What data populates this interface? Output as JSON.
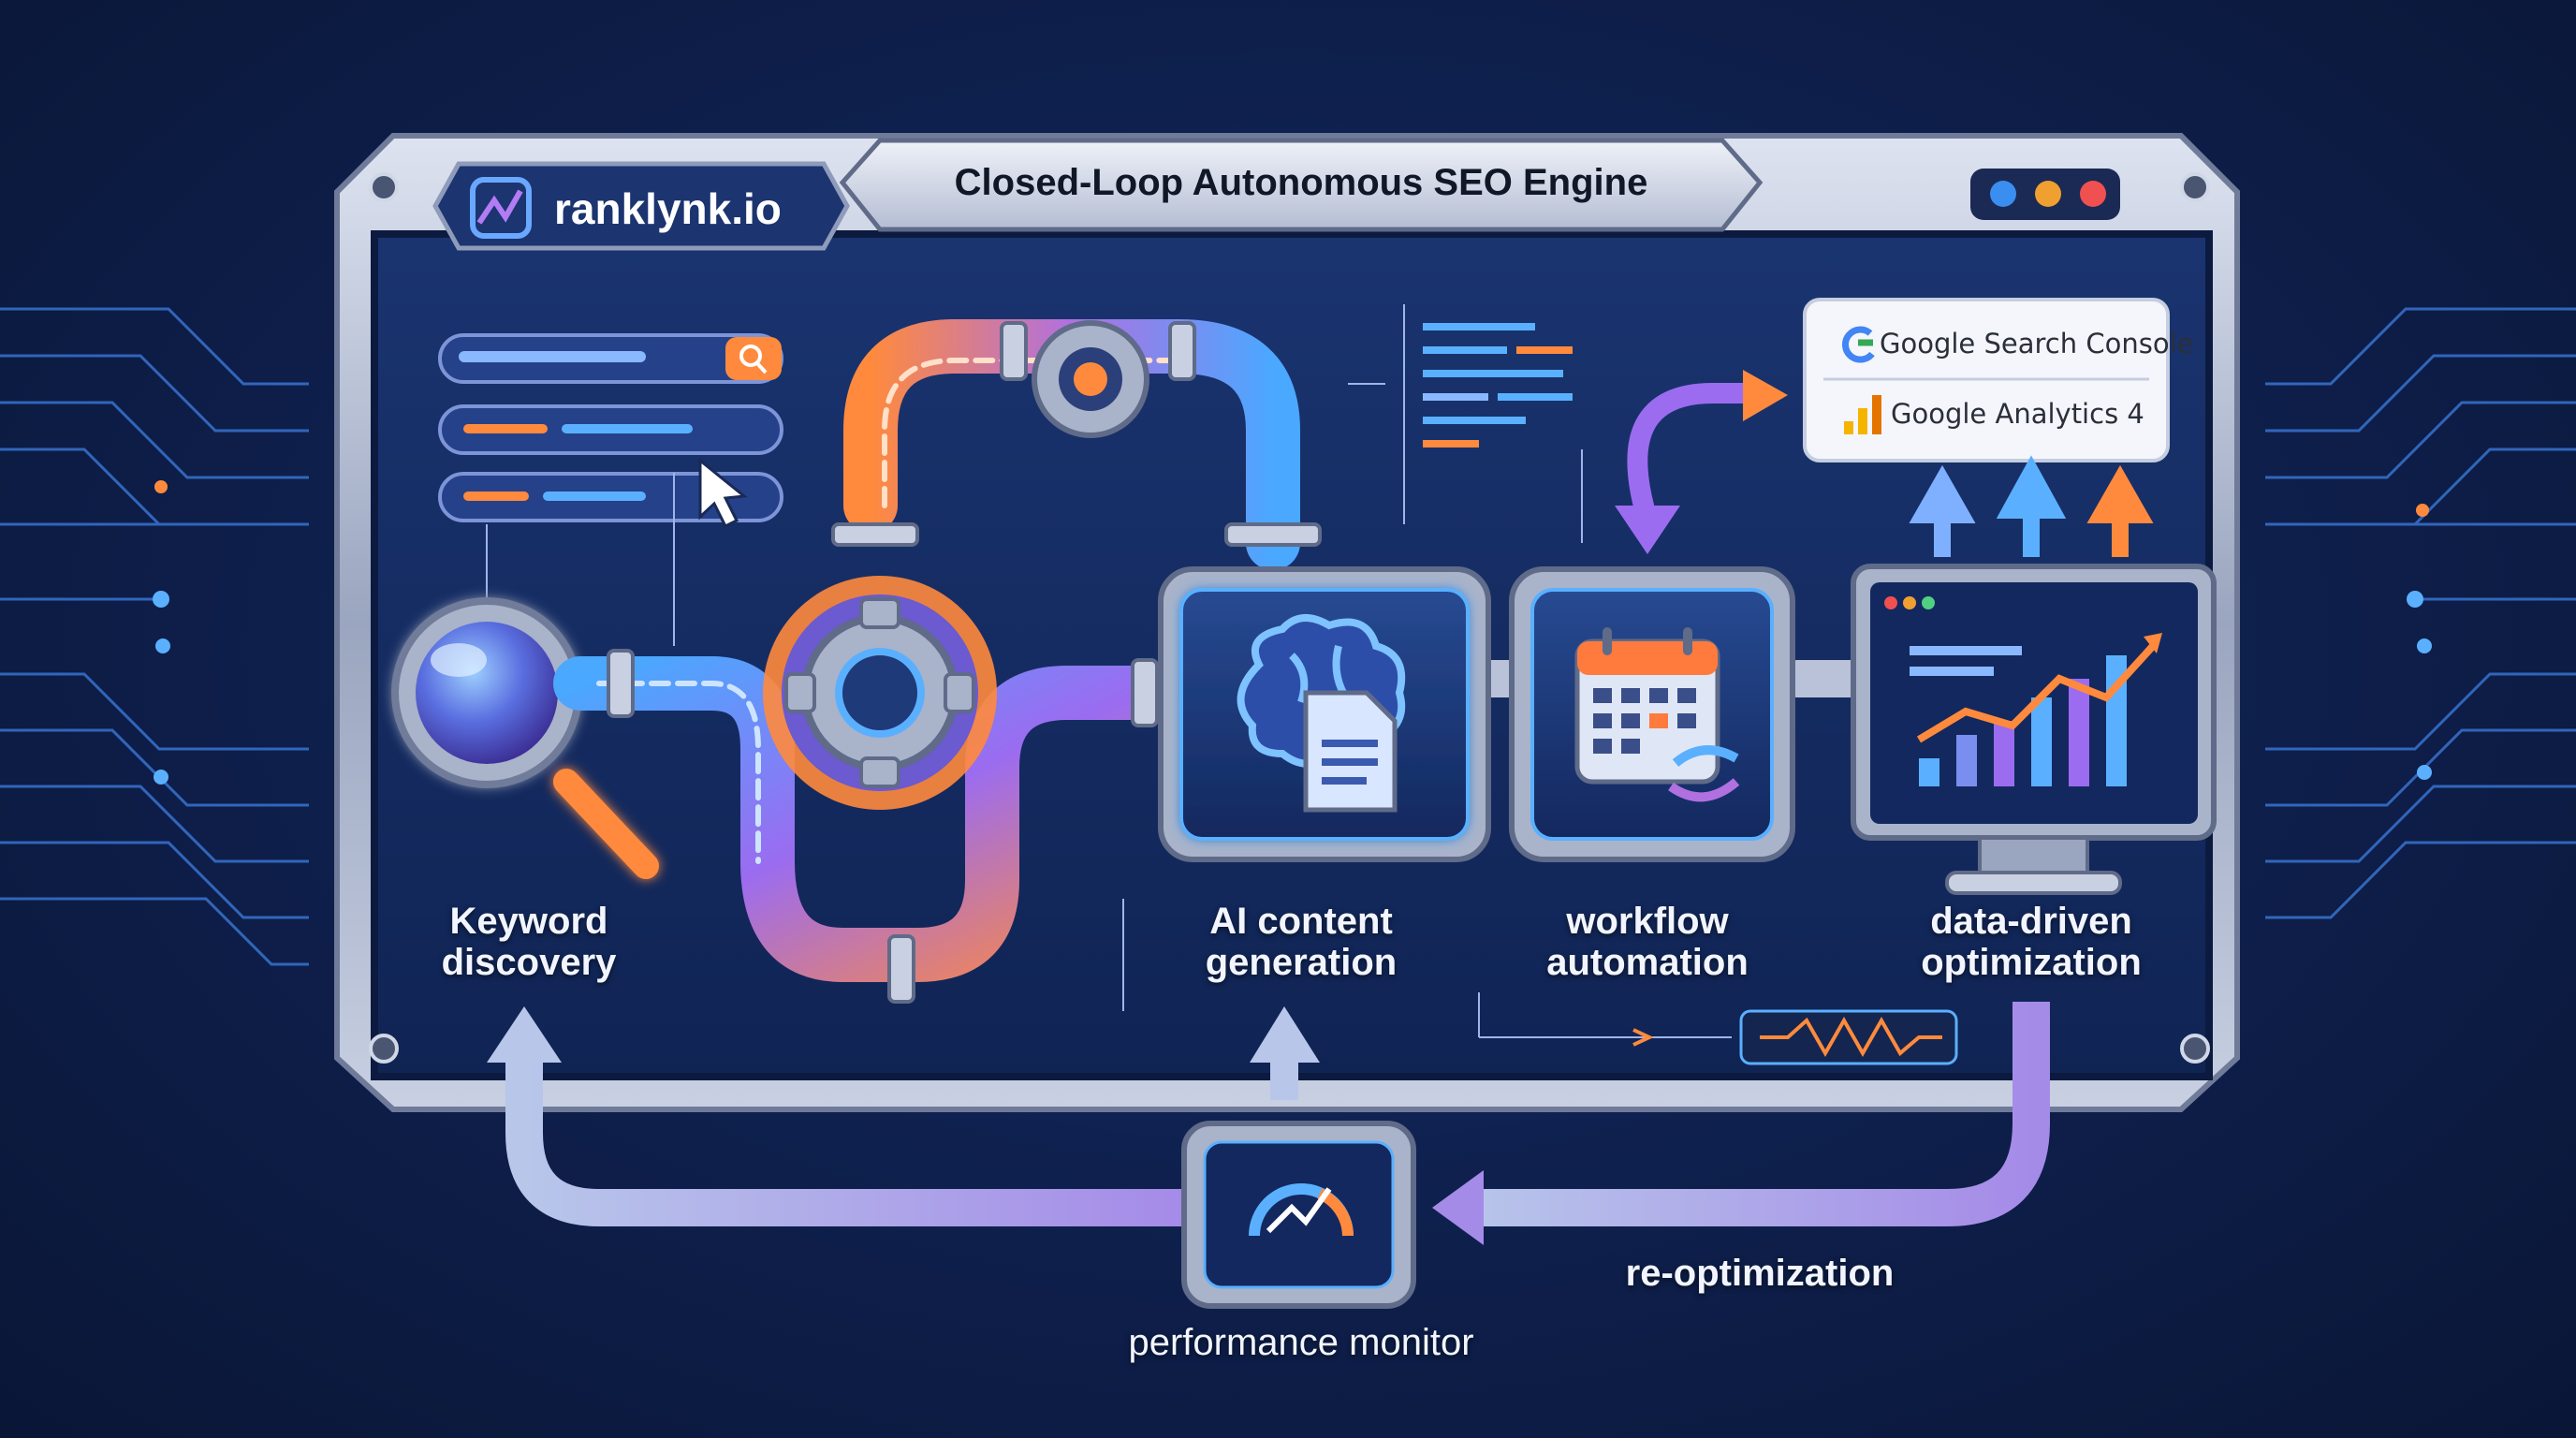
{
  "window": {
    "title": "Closed-Loop Autonomous SEO Engine",
    "brand": "ranklynk.io",
    "controls": [
      {
        "name": "blue-dot",
        "color": "#3a8ef0"
      },
      {
        "name": "orange-dot",
        "color": "#f0a030"
      },
      {
        "name": "red-dot",
        "color": "#f05050"
      }
    ]
  },
  "services": {
    "search_console": "Google Search Console",
    "analytics": "Google Analytics 4"
  },
  "stages": {
    "keyword_discovery": "Keyword\ndiscovery",
    "ai_content_generation": "AI content\ngeneration",
    "workflow_automation": "workflow\nautomation",
    "data_driven_optimization": "data-driven\noptimization"
  },
  "loop": {
    "performance_monitor": "performance monitor",
    "re_optimization": "re-optimization"
  },
  "icons": [
    "ranklynk-logo-icon",
    "search-icon",
    "cursor-icon",
    "magnifier-icon",
    "gear-icon",
    "brain-icon",
    "document-icon",
    "calendar-icon",
    "sync-icon",
    "line-chart-icon",
    "gauge-icon",
    "google-logo-icon",
    "analytics-bars-icon",
    "waveform-icon"
  ],
  "colors": {
    "accent_blue": "#4aa8ff",
    "accent_orange": "#ff8a3d",
    "accent_purple": "#9b6cf0",
    "frame": "#b9c2d8",
    "screen": "#142a5c"
  }
}
